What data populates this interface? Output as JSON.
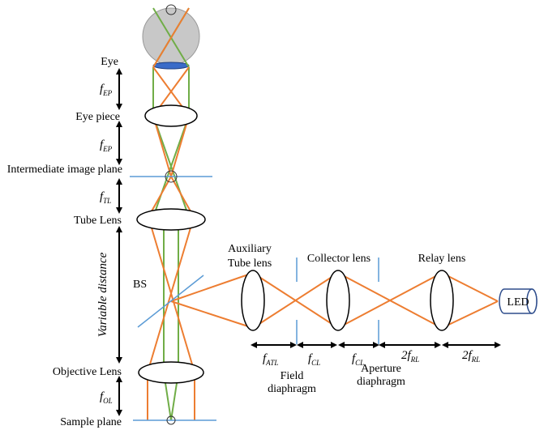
{
  "labels": {
    "eye": "Eye",
    "eye_piece": "Eye piece",
    "intermediate_image_plane": "Intermediate image plane",
    "tube_lens": "Tube Lens",
    "variable_distance": "Variable distance",
    "objective_lens": "Objective Lens",
    "sample_plane": "Sample plane",
    "bs": "BS",
    "auxiliary_tube_lens_line1": "Auxiliary",
    "auxiliary_tube_lens_line2": "Tube lens",
    "collector_lens": "Collector lens",
    "relay_lens": "Relay lens",
    "led": "LED",
    "field_diaphragm_line1": "Field",
    "field_diaphragm_line2": "diaphragm",
    "aperture_diaphragm_line1": "Aperture",
    "aperture_diaphragm_line2": "diaphragm"
  },
  "focal_labels": {
    "f_ep_1": {
      "base": "f",
      "sub": "EP"
    },
    "f_ep_2": {
      "base": "f",
      "sub": "EP"
    },
    "f_tl": {
      "base": "f",
      "sub": "TL"
    },
    "f_ol": {
      "base": "f",
      "sub": "OL"
    },
    "f_atl": {
      "base": "f",
      "sub": "ATL"
    },
    "f_cl_1": {
      "base": "f",
      "sub": "CL"
    },
    "f_cl_2": {
      "base": "f",
      "sub": "CL"
    },
    "two_f_rl_1": {
      "base": "2f",
      "sub": "RL"
    },
    "two_f_rl_2": {
      "base": "2f",
      "sub": "RL"
    }
  },
  "colors": {
    "ray_orange": "#ED7D31",
    "ray_green": "#70AD47",
    "plane_blue": "#5B9BD5",
    "eye_gray": "#C8C8C8",
    "pupil_blue": "#3A6BC8"
  }
}
